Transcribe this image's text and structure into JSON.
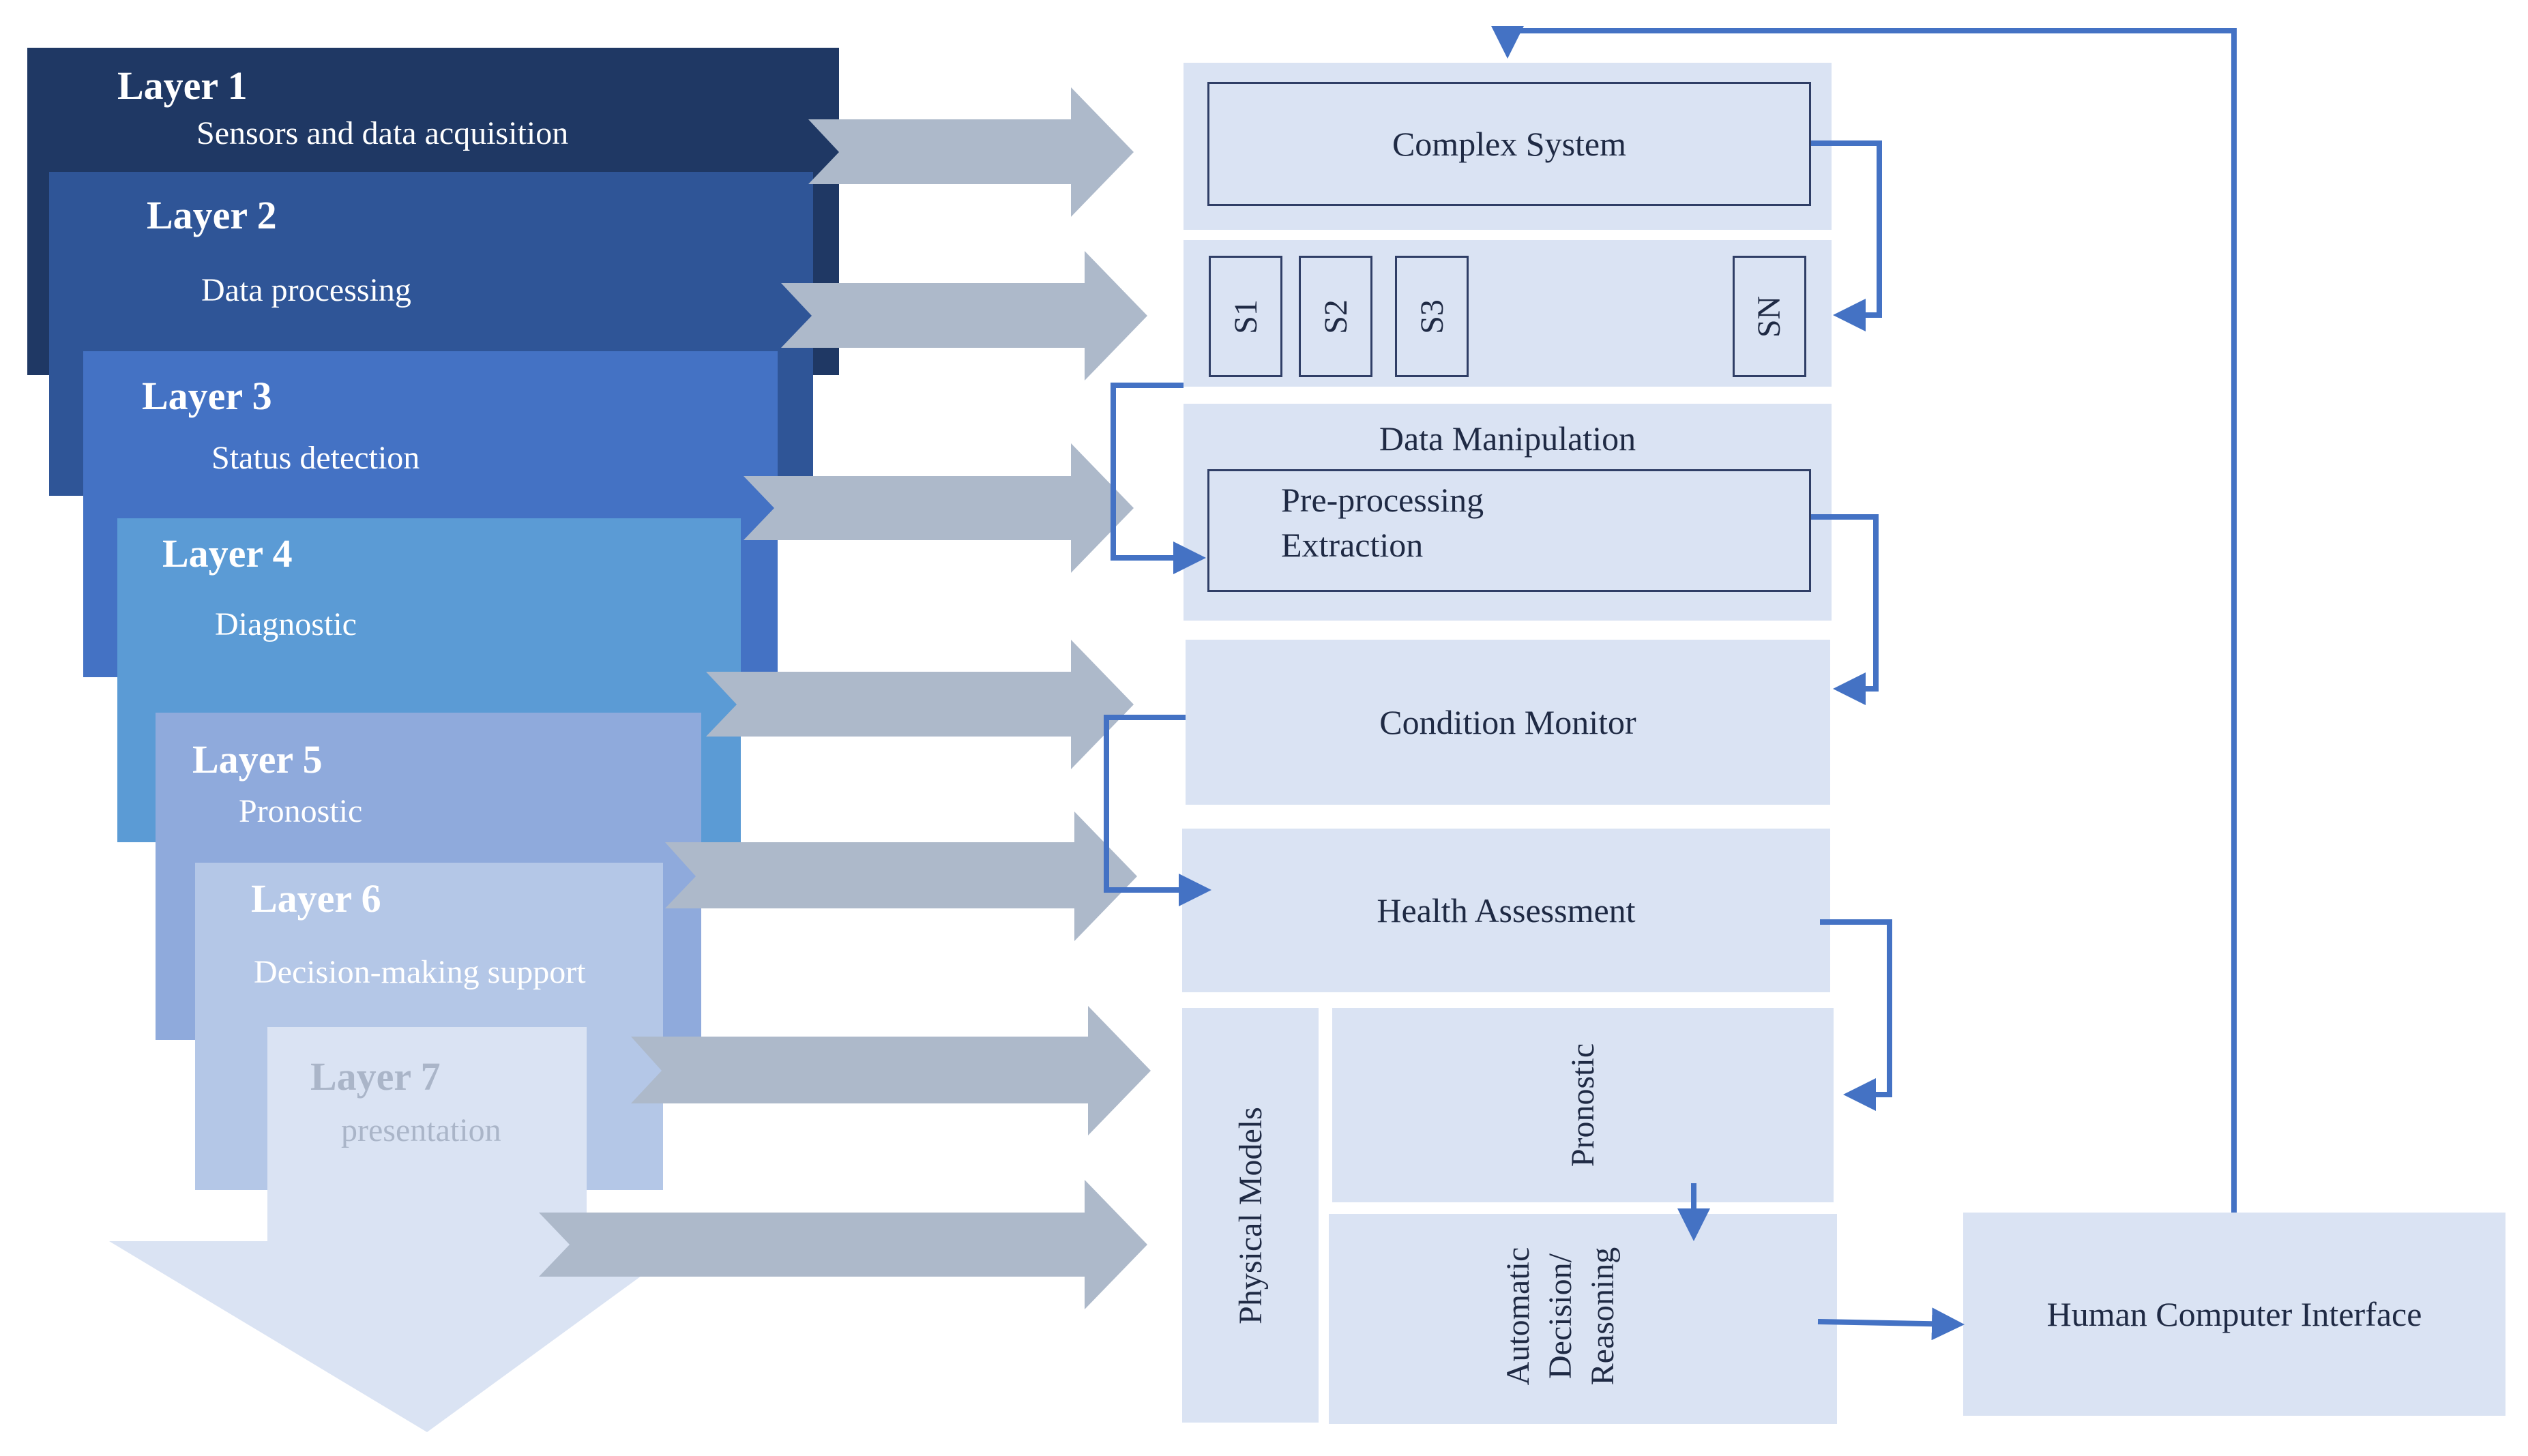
{
  "layers": [
    {
      "title": "Layer 1",
      "subtitle": "Sensors and data acquisition",
      "color": "#1f3864"
    },
    {
      "title": "Layer 2",
      "subtitle": "Data processing",
      "color": "#2f5597"
    },
    {
      "title": "Layer 3",
      "subtitle": "Status detection",
      "color": "#4472c4"
    },
    {
      "title": "Layer 4",
      "subtitle": "Diagnostic",
      "color": "#5b9bd5"
    },
    {
      "title": "Layer 5",
      "subtitle": "Pronostic",
      "color": "#8faadc"
    },
    {
      "title": "Layer 6",
      "subtitle": "Decision-making support",
      "color": "#b4c7e7"
    },
    {
      "title": "Layer 7",
      "subtitle": "presentation",
      "color": "#dae3f3"
    }
  ],
  "blocks": {
    "complex_system": "Complex System",
    "sensors": [
      "S1",
      "S2",
      "S3",
      "SN"
    ],
    "data_manipulation": "Data Manipulation",
    "preprocessing": [
      "Pre-processing",
      "Extraction"
    ],
    "condition_monitor": "Condition Monitor",
    "health_assessment": "Health Assessment",
    "physical_models": "Physical Models",
    "pronostic": "Pronostic",
    "automatic_decision": [
      "Automatic",
      "Decision/",
      "Reasoning"
    ],
    "hci": "Human Computer Interface"
  },
  "colors": {
    "panel": "#dae3f3",
    "connector": "#4472c4",
    "grey_arrow": "#adb9ca",
    "text_dark": "#1f2a44"
  }
}
